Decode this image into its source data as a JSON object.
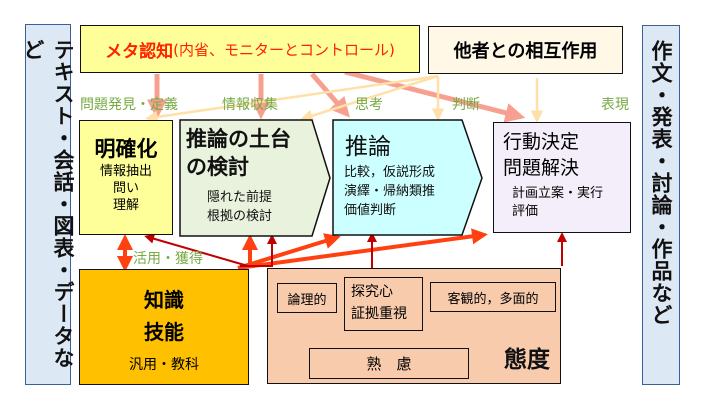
{
  "left_panel": "テキスト・会話・図表・データなど",
  "right_panel": "作文・発表・討論・作品など",
  "metacognition": {
    "title": "メタ認知",
    "detail": "(内省、モニターとコントロール)"
  },
  "interaction": "他者との相互作用",
  "stage_labels": [
    "問題発見・定義",
    "情報収集",
    "思考",
    "判断",
    "表現"
  ],
  "stages": [
    {
      "title": "明確化",
      "lines": [
        "情報抽出",
        "問い",
        "理解"
      ]
    },
    {
      "title_lines": [
        "推論の土台",
        "の検討"
      ],
      "lines": [
        "隠れた前提",
        "根拠の検討"
      ]
    },
    {
      "title": "推論",
      "lines": [
        "比較，仮説形成",
        "演繹・帰納類推",
        "価値判断"
      ]
    },
    {
      "title_lines": [
        "行動決定",
        "問題解決"
      ],
      "lines": [
        "計画立案・実行",
        "評価"
      ]
    }
  ],
  "use_label": "活用・獲得",
  "knowledge": {
    "lines": [
      "知識",
      "技能"
    ],
    "sub": "汎用・教科"
  },
  "attitude": {
    "title": "態度",
    "items": [
      "論理的",
      "探究心",
      "証拠重視",
      "客観的，多面的",
      "熟　慮"
    ]
  },
  "colors": {
    "meta_bg": "#FFFF99",
    "meta_text": "#FF2200",
    "arrow": "#FF4010",
    "dark_arrow": "#C00000",
    "label_green": "#77AA44"
  }
}
